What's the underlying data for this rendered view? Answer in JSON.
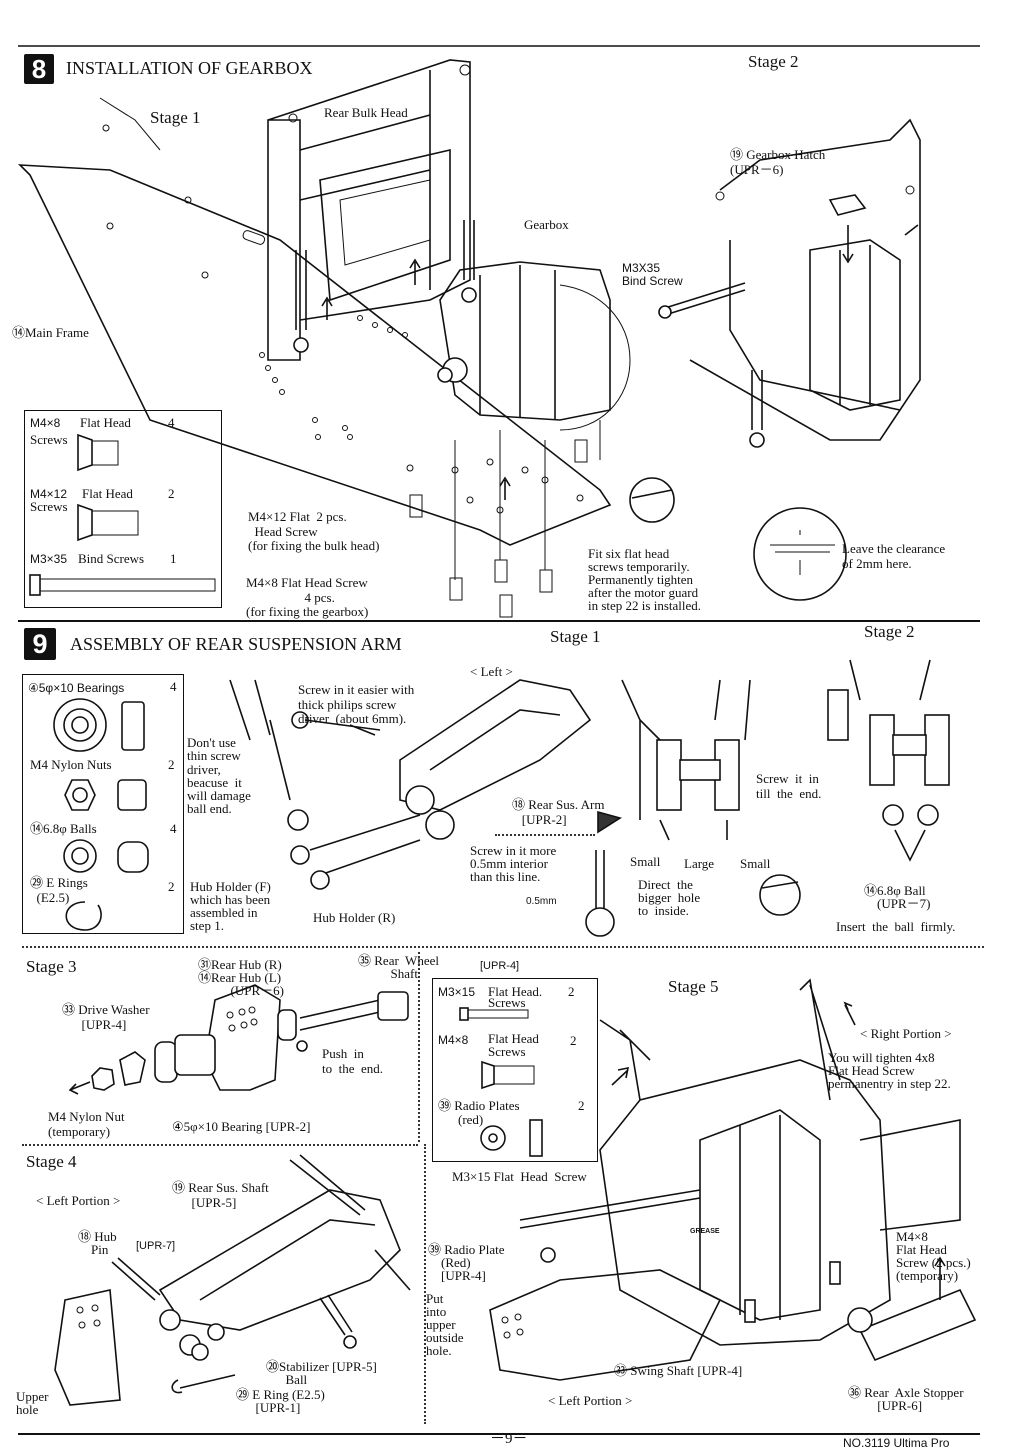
{
  "s8": {
    "number": "8",
    "title": "INSTALLATION OF GEARBOX",
    "stage1": "Stage 1",
    "stage2": "Stage 2",
    "rear_bulk_head": "Rear Bulk Head",
    "gearbox": "Gearbox",
    "main_frame": "⑭Main Frame",
    "gearbox_hatch": "⑲ Gearbox Hatch\n(UPR－6)",
    "bind_screw": "M3X35\nBind Screw",
    "parts": [
      {
        "size": "M4×8",
        "name": "Flat Head",
        "qty": "4",
        "sub": "Screws"
      },
      {
        "size": "M4×12",
        "name": "Flat Head",
        "qty": "2",
        "sub": "Screws"
      },
      {
        "size": "M3×35",
        "name": "Bind Screws",
        "qty": "1",
        "sub": ""
      }
    ],
    "note_m4x12": "M4×12 Flat  2 pcs.\n  Head Screw\n(for fixing the bulk head)",
    "note_m4x8": "M4×8 Flat Head Screw\n                  4 pcs.\n(for fixing the gearbox)",
    "fit_note": "Fit six flat head\nscrews temporarily.\nPermanently tighten\nafter the motor guard\nin step 22 is installed.",
    "clearance": "Leave the clearance\nof 2mm here."
  },
  "s9": {
    "number": "9",
    "title": "ASSEMBLY OF REAR SUSPENSION ARM",
    "stage1": "Stage 1",
    "stage2": "Stage 2",
    "parts": [
      {
        "label": "④5φ×10 Bearings",
        "qty": "4"
      },
      {
        "label": "M4 Nylon Nuts",
        "qty": "2"
      },
      {
        "label": "⑭6.8φ Balls",
        "qty": "4"
      },
      {
        "label": "㉙ E Rings\n  (E2.5)",
        "qty": "2"
      }
    ],
    "screw_note": "Screw in it easier with\nthick philips screw\ndriver  (about 6mm).",
    "left": "< Left >",
    "dont_use": "Don't use\nthin screw\ndriver,\nbeacuse  it\nwill damage\nball end.",
    "rear_sus_arm": "⑱ Rear Sus. Arm\n   [UPR-2]",
    "screw_more": "Screw in it more\n0.5mm interior\nthan this line.",
    "dim_05": "0.5mm",
    "hub_holder_f": "Hub Holder (F)\nwhich has been\nassembled in\nstep 1.",
    "hub_holder_r": "Hub Holder (R)",
    "screw_till": "Screw  it  in\ntill  the  end.",
    "small1": "Small",
    "large": "Large",
    "small2": "Small",
    "direct": "Direct  the\nbigger  hole\nto  inside.",
    "ball": "⑭6.8φ Ball\n    (UPR－7)",
    "insert": "Insert  the  ball  firmly."
  },
  "stage3": {
    "title": "Stage 3",
    "rear_hub": "㉛Rear Hub (R)\n⑭Rear Hub (L)\n          (UPR－6)",
    "rear_wheel_shaft": "㉟ Rear  Wheel\n          Shaft",
    "rear_wheel_code": "[UPR-4]",
    "drive_washer": "㉝ Drive Washer\n      [UPR-4]",
    "push": "Push  in\nto  the  end.",
    "nylon_nut": "M4 Nylon Nut\n(temporary)",
    "bearing": "④5φ×10 Bearing [UPR-2]"
  },
  "stage4": {
    "title": "Stage 4",
    "left_portion": "< Left Portion >",
    "rear_sus_shaft": "⑲ Rear Sus. Shaft\n      [UPR-5]",
    "hub_pin": "⑱ Hub\n    Pin",
    "hub_pin_code": "[UPR-7]",
    "stabilizer": "⑳Stabilizer [UPR-5]\n      Ball",
    "e_ring": "㉙ E Ring (E2.5)\n      [UPR-1]",
    "upper_hole": "Upper\nhole"
  },
  "stage5": {
    "title": "Stage 5",
    "parts": [
      {
        "size": "M3×15",
        "name": "Flat Head.",
        "qty": "2",
        "sub": "Screws"
      },
      {
        "size": "M4×8",
        "name": "Flat Head",
        "qty": "2",
        "sub": "Screws"
      },
      {
        "size": "",
        "name": "㊴ Radio Plates",
        "qty": "2",
        "sub": "(red)"
      }
    ],
    "right_portion": "< Right Portion >",
    "tighten_note": "You will tighten 4x8\nFlat Head Screw\npermanentry in step 22.",
    "m3x15": "M3×15 Flat  Head  Screw",
    "radio_plate": "㊴ Radio Plate\n    (Red)\n    [UPR-4]",
    "put_into": "Put\ninto\nupper\noutside\nhole.",
    "m4x8": "M4×8\nFlat Head\nScrew (2 pcs.)\n(temporary)",
    "swing_shaft": "㉝ Swing Shaft [UPR-4]",
    "left_portion": "< Left Portion >",
    "axle_stopper": "㊱ Rear  Axle Stopper\n         [UPR-6]",
    "grease": "GREASE"
  },
  "footer": {
    "page": "－9－",
    "model": "NO.3119 Ultima Pro"
  }
}
